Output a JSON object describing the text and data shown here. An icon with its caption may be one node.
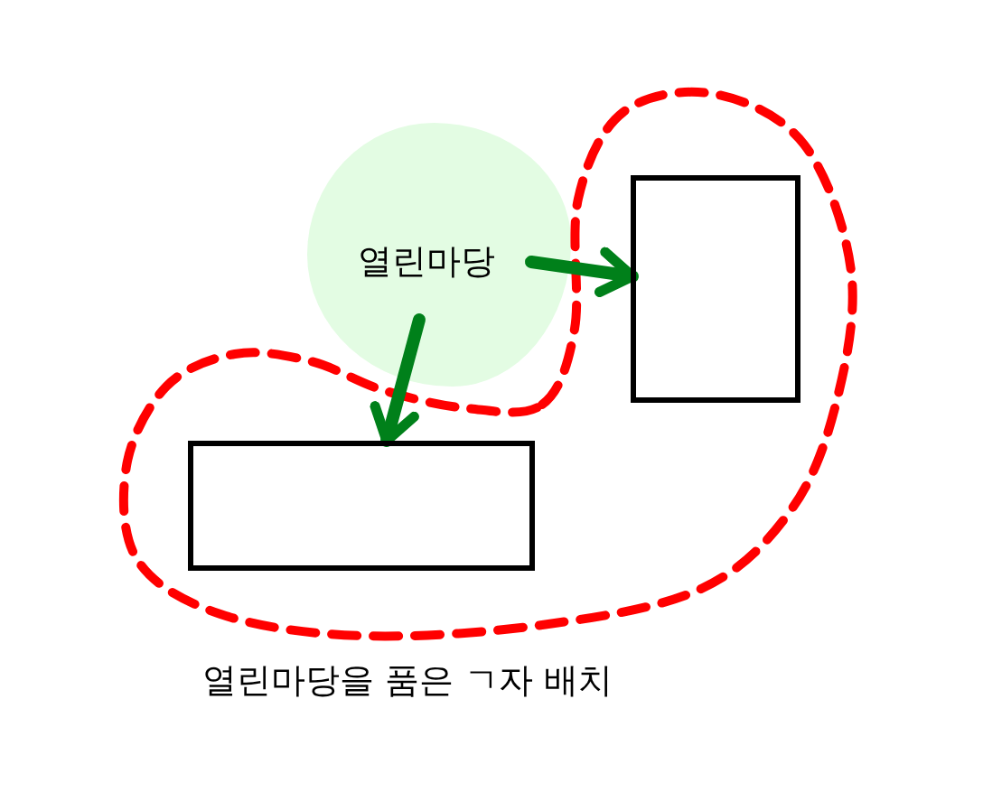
{
  "diagram": {
    "caption": "열린마당을 품은 ㄱ자 배치",
    "nodes": [
      {
        "text": [
          "열린마당"
        ]
      },
      {
        "text": [],
        "shape": "box"
      },
      {
        "text": [],
        "shape": "box"
      }
    ],
    "edges": [
      {
        "from": 0,
        "to": 1,
        "arrow": "to"
      },
      {
        "from": 0,
        "to": 2,
        "arrow": "to"
      }
    ]
  }
}
